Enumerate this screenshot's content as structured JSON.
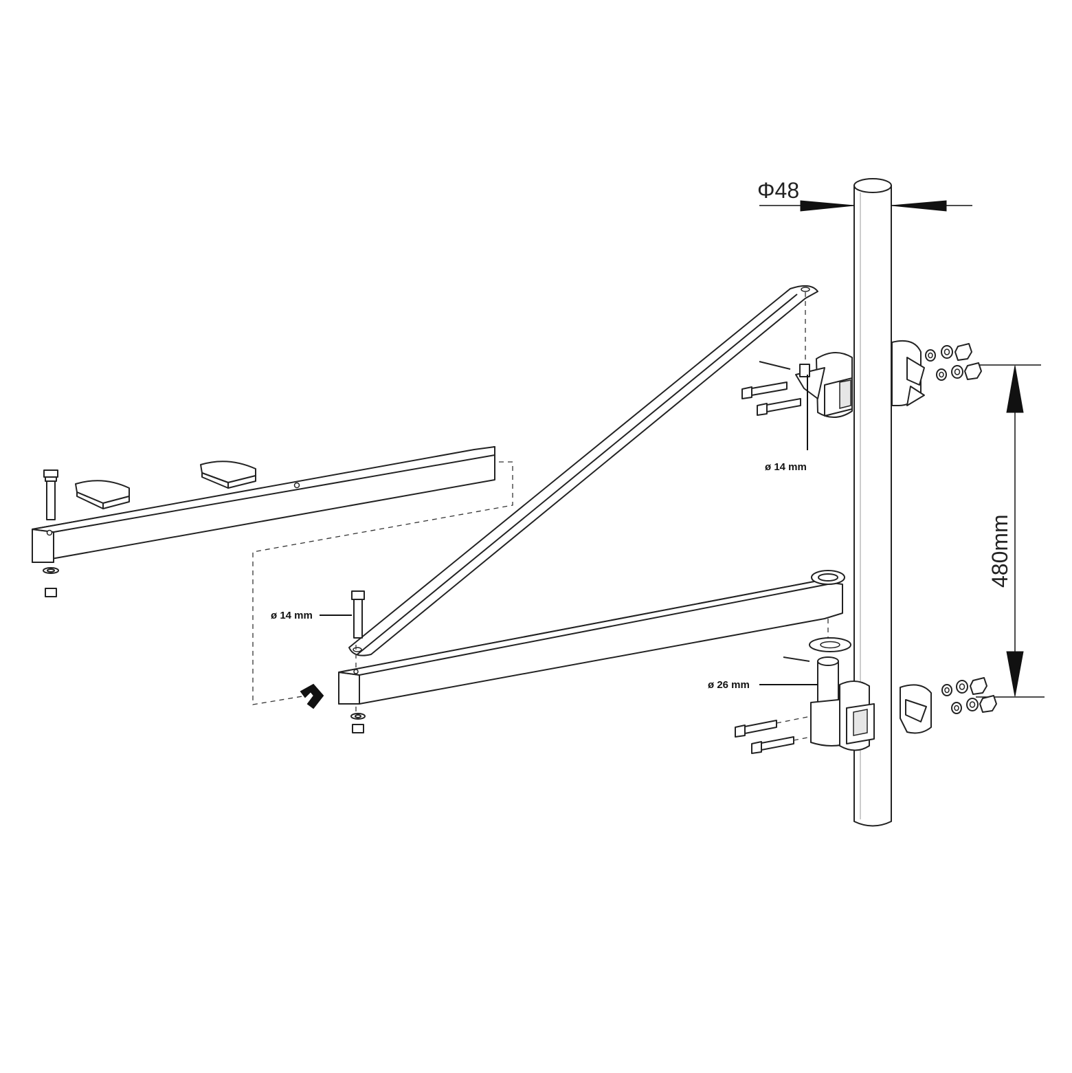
{
  "labels": {
    "pipe_diameter": "Φ48",
    "clamp_spacing": "480mm",
    "pin_upper": "ø 14 mm",
    "pin_lower": "ø 14 mm",
    "pivot_pin": "ø 26 mm"
  },
  "colors": {
    "line": "#222222",
    "background": "#ffffff"
  }
}
